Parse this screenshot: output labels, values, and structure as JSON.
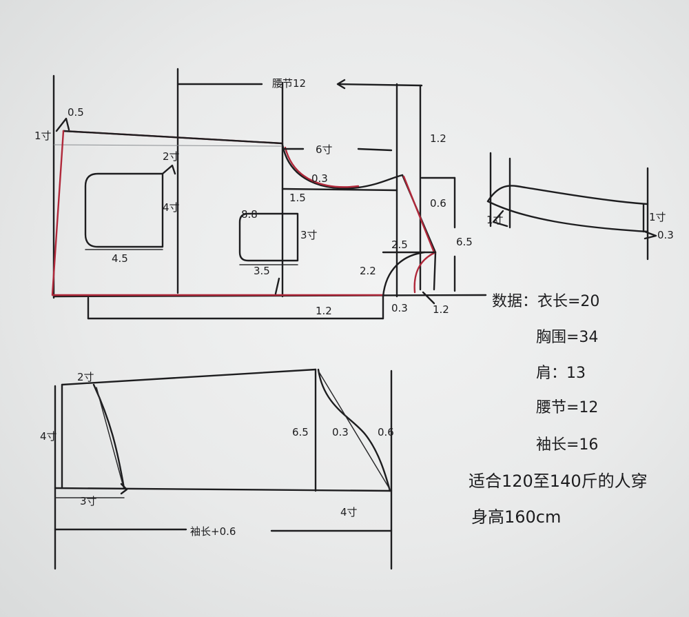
{
  "labels": {
    "top_dim": "腰节12",
    "half_05": "0.5",
    "one_cun_left": "1寸",
    "two_cun_pocket": "2寸",
    "four_cun_pocket": "4寸",
    "pocket_w": "4.5",
    "six_cun": "6寸",
    "curve_03": "0.3",
    "len_12_top": "1.2",
    "small_15": "1.5",
    "small_88": "8.8",
    "three_cun": "3寸",
    "small_35": "3.5",
    "side_06": "0.6",
    "side_65": "6.5",
    "small_25": "2.5",
    "small_22": "2.2",
    "bottom_12": "1.2",
    "corner_03": "0.3",
    "corner_12": "1.2",
    "sleeve_cap_1": "1寸",
    "sleeve_cap_03": "0.3"
  },
  "sleeve": {
    "two_cun": "2寸",
    "four_cun": "4寸",
    "three_cun": "3寸",
    "six_five": "6.5",
    "curve_03": "0.3",
    "curve_06": "0.6",
    "four_cun_b": "4寸",
    "sleeve_len": "袖长+0.6"
  },
  "data_notes": {
    "title": "数据：衣长=20",
    "chest": "胸围=34",
    "shoulder": "肩：13",
    "waist": "腰节=12",
    "sleeve": "袖长=16",
    "fit": "适合120至140斤的人穿",
    "height": "身高160cm"
  }
}
